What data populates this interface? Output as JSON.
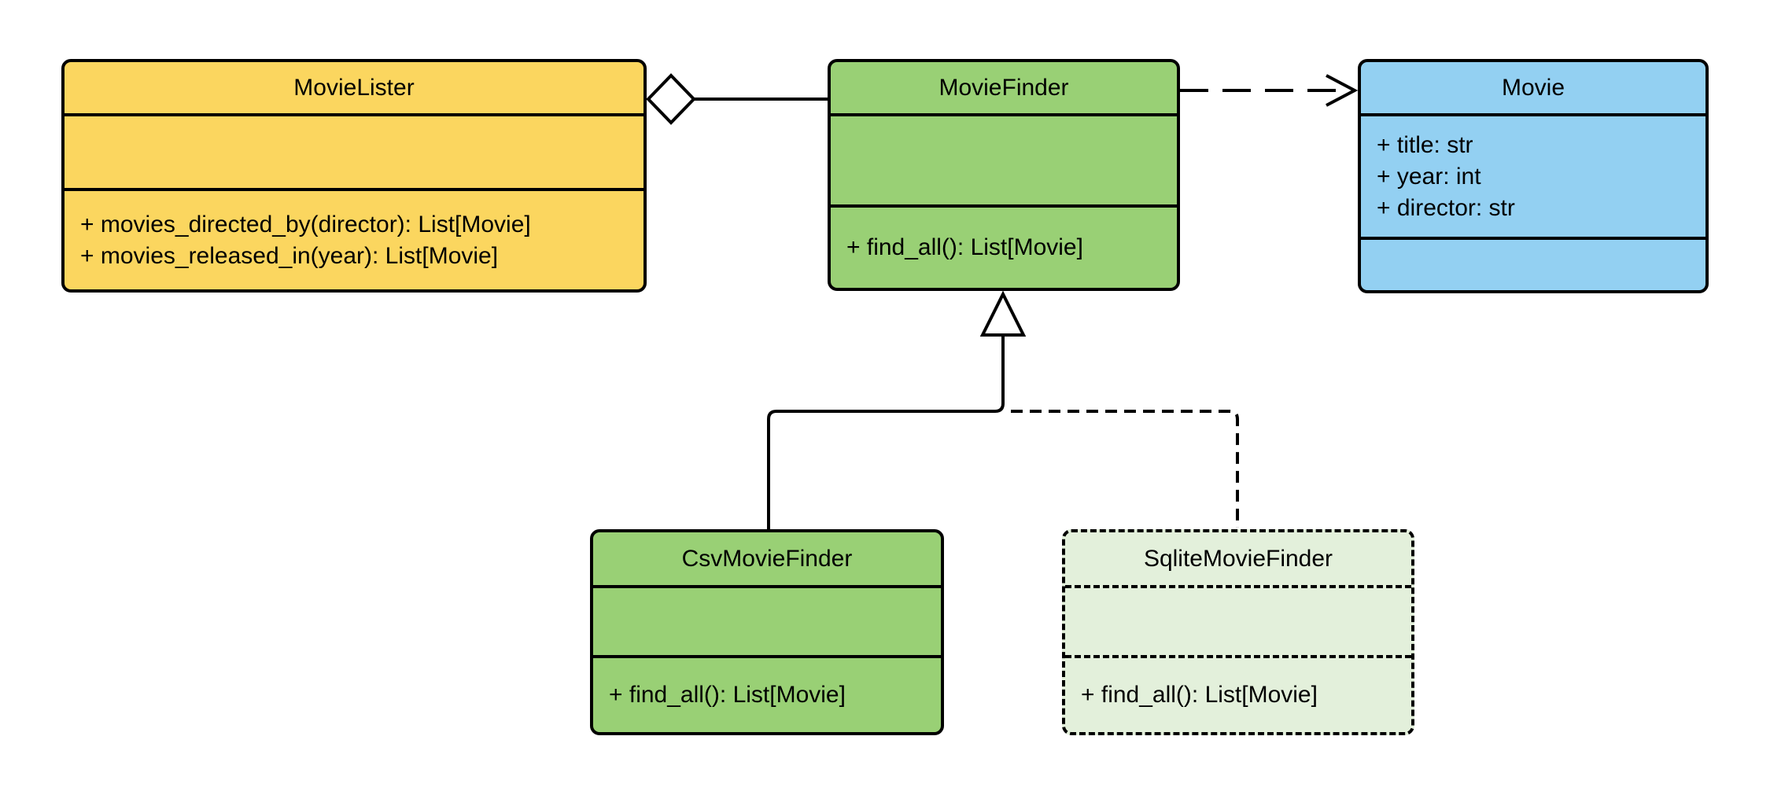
{
  "diagram": {
    "kind": "uml-class-diagram",
    "background": "#FFFFFF",
    "stroke_color": "#000000",
    "classes": [
      {
        "name": "MovieLister",
        "fill": "#FBD65F",
        "border_style": "solid",
        "attributes": [],
        "methods": [
          "+ movies_directed_by(director): List[Movie]",
          "+ movies_released_in(year): List[Movie]"
        ]
      },
      {
        "name": "MovieFinder",
        "fill": "#99D075",
        "border_style": "solid",
        "attributes": [],
        "methods": [
          "+ find_all(): List[Movie]"
        ]
      },
      {
        "name": "Movie",
        "fill": "#93D0F2",
        "border_style": "solid",
        "attributes": [
          "+ title: str",
          "+ year: int",
          "+ director: str"
        ],
        "methods": []
      },
      {
        "name": "CsvMovieFinder",
        "fill": "#99D075",
        "border_style": "solid",
        "attributes": [],
        "methods": [
          "+ find_all(): List[Movie]"
        ]
      },
      {
        "name": "SqliteMovieFinder",
        "fill": "#E3F0DB",
        "border_style": "dashed",
        "attributes": [],
        "methods": [
          "+ find_all(): List[Movie]"
        ]
      }
    ],
    "relationships": [
      {
        "type": "aggregation",
        "from": "MovieLister",
        "to": "MovieFinder",
        "line": "solid",
        "marker": "hollow-diamond"
      },
      {
        "type": "dependency",
        "from": "MovieFinder",
        "to": "Movie",
        "line": "dashed",
        "marker": "open-arrow"
      },
      {
        "type": "inheritance",
        "from": "CsvMovieFinder",
        "to": "MovieFinder",
        "line": "solid",
        "marker": "hollow-triangle"
      },
      {
        "type": "inheritance",
        "from": "SqliteMovieFinder",
        "to": "MovieFinder",
        "line": "dashed",
        "marker": "hollow-triangle"
      }
    ]
  }
}
